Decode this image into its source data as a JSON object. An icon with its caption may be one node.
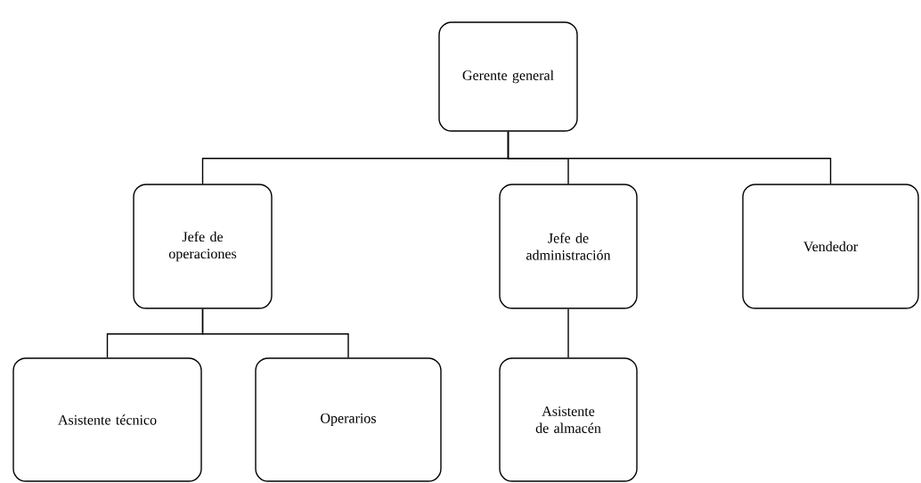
{
  "diagram": {
    "nodes": [
      {
        "text": [
          "Gerente general"
        ]
      },
      {
        "text": [
          "Jefe de operaciones"
        ]
      },
      {
        "text": [
          "Jefe de administración"
        ]
      },
      {
        "text": [
          "Vendedor"
        ]
      },
      {
        "text": [
          "Asistente técnico"
        ]
      },
      {
        "text": [
          "Operarios"
        ]
      },
      {
        "text": [
          "Asistente de almacén"
        ]
      }
    ],
    "edges": [
      {
        "from": 0,
        "to": 1,
        "arrow": "none"
      },
      {
        "from": 0,
        "to": 2,
        "arrow": "none"
      },
      {
        "from": 0,
        "to": 3,
        "arrow": "none"
      },
      {
        "from": 1,
        "to": 4,
        "arrow": "none"
      },
      {
        "from": 1,
        "to": 5,
        "arrow": "none"
      },
      {
        "from": 2,
        "to": 6,
        "arrow": "none"
      }
    ]
  }
}
